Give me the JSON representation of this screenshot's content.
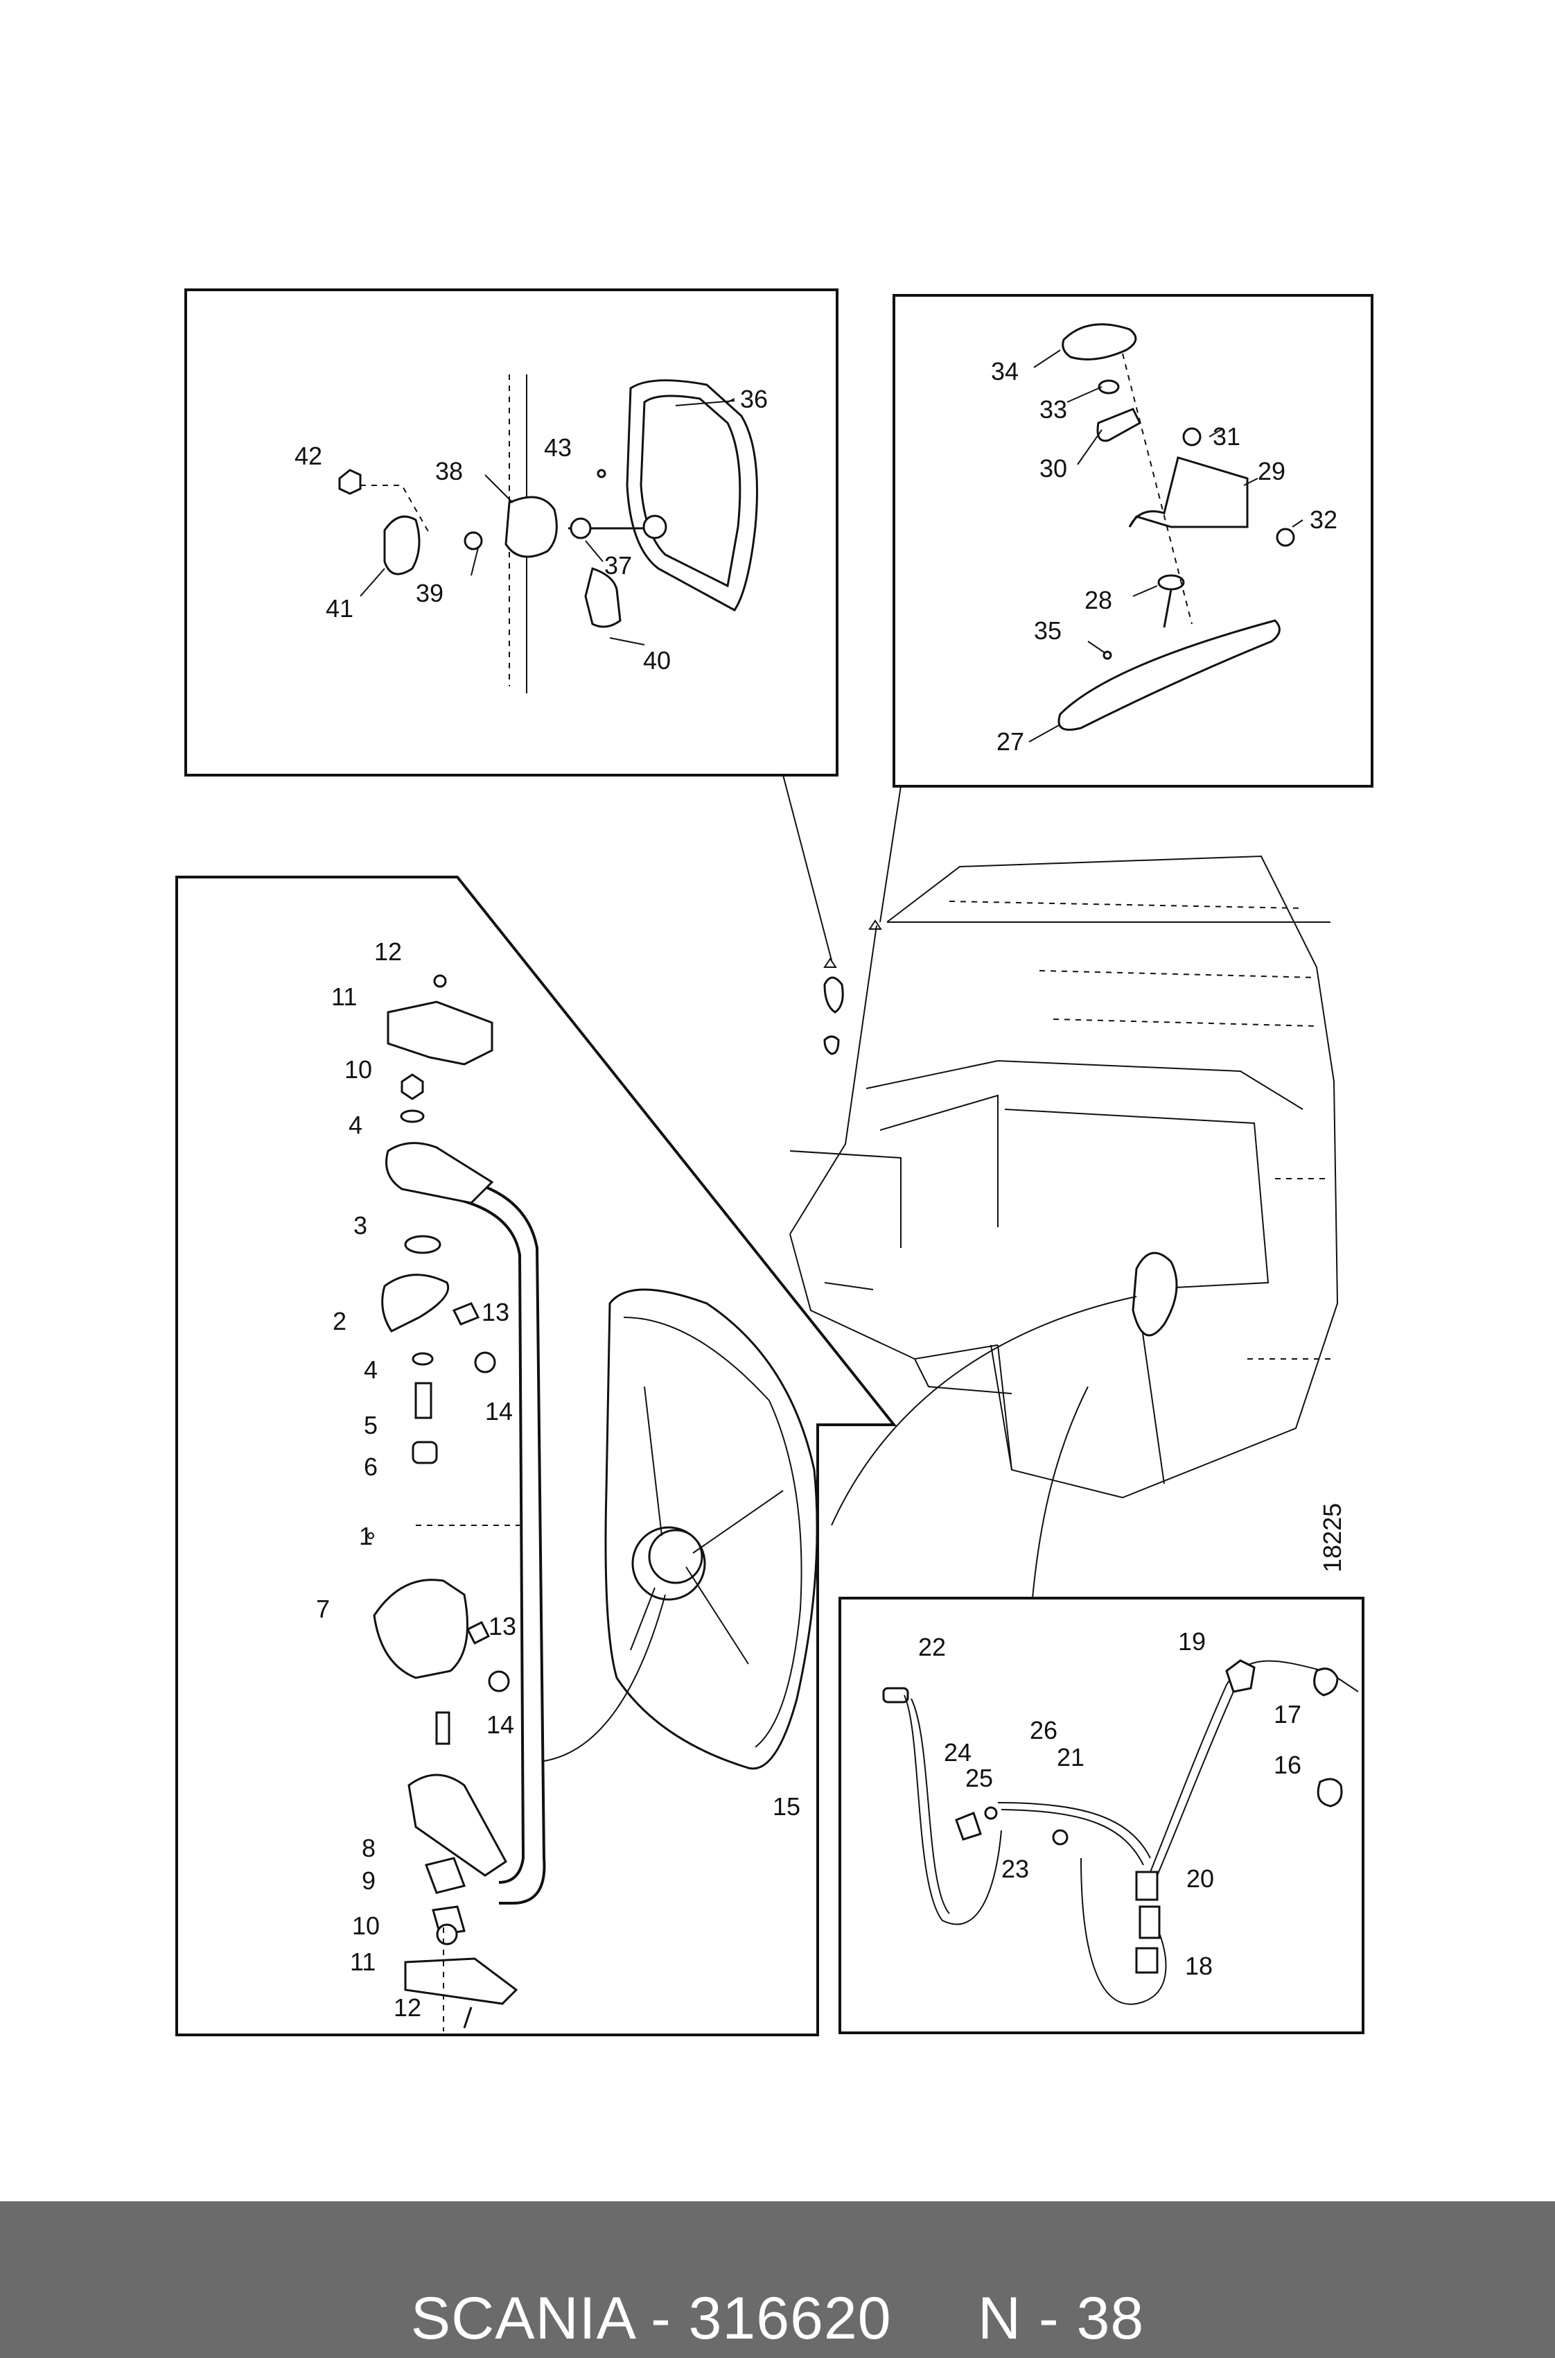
{
  "diagram": {
    "drawing_number": "18225",
    "part_labels": [
      "1",
      "2",
      "3",
      "4",
      "4",
      "5",
      "6",
      "7",
      "8",
      "9",
      "10",
      "10",
      "11",
      "11",
      "12",
      "12",
      "13",
      "13",
      "14",
      "14",
      "15",
      "16",
      "17",
      "18",
      "19",
      "20",
      "21",
      "22",
      "23",
      "24",
      "25",
      "26",
      "27",
      "28",
      "29",
      "30",
      "31",
      "32",
      "33",
      "34",
      "35",
      "36",
      "37",
      "38",
      "39",
      "40",
      "41",
      "42",
      "43"
    ]
  },
  "footer": {
    "text": "SCANIA - 316620     N - 38",
    "background": "#6b6b6b",
    "text_color": "#ffffff"
  }
}
